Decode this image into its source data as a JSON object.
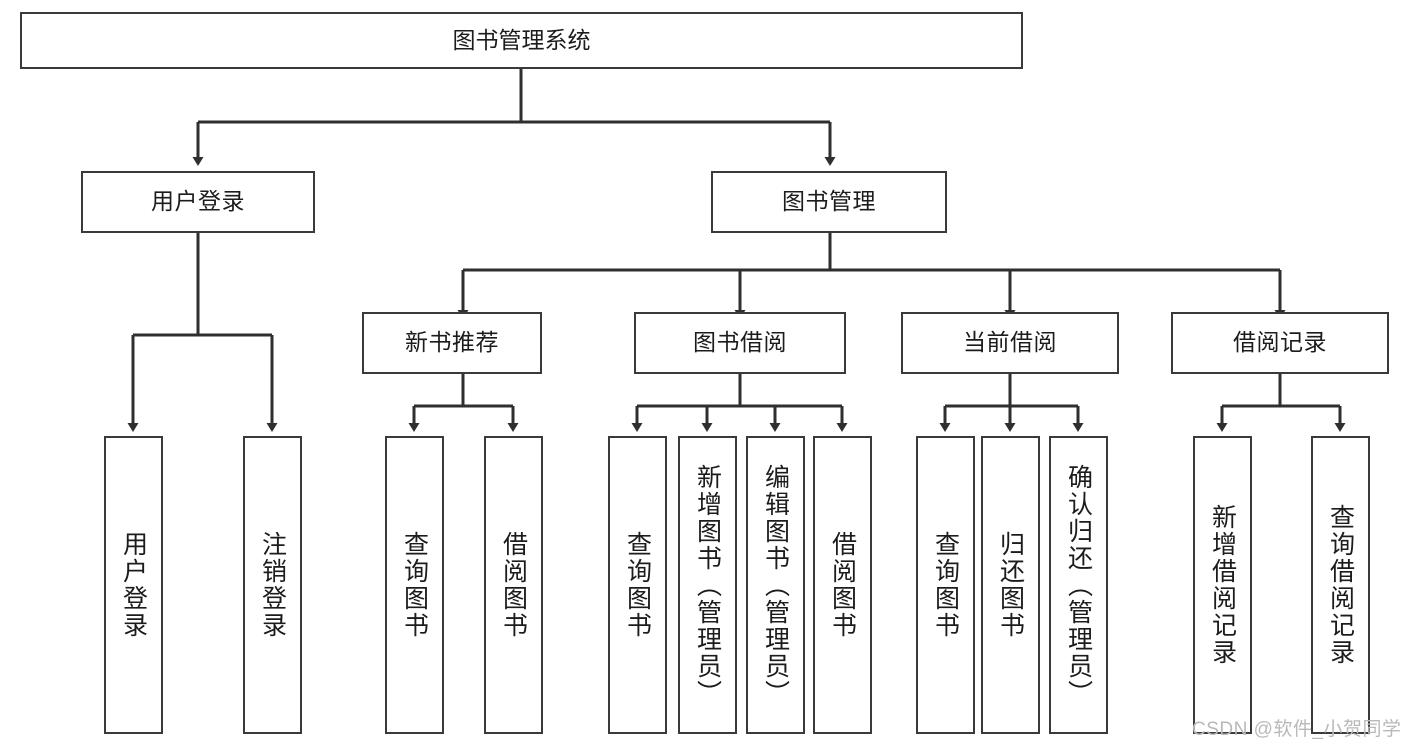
{
  "diagram": {
    "type": "tree-hierarchy-chart",
    "title": "图书管理系统",
    "watermark": "CSDN @软件_小贺同学",
    "style": {
      "box_fill": "#ffffff",
      "box_stroke": "#3a3a3a",
      "connector": "#2f2f2f",
      "text": "#1c1c1c",
      "watermark_color": "#b9b9b9",
      "background": "#ffffff"
    },
    "nodes": {
      "root": {
        "label": "图书管理系统"
      },
      "level2": [
        {
          "label": "用户登录"
        },
        {
          "label": "图书管理"
        }
      ],
      "level3": [
        {
          "label": "新书推荐"
        },
        {
          "label": "图书借阅"
        },
        {
          "label": "当前借阅"
        },
        {
          "label": "借阅记录"
        }
      ],
      "leaves_user_login": [
        {
          "label": "用户登录"
        },
        {
          "label": "注销登录"
        }
      ],
      "leaves_new_book": [
        {
          "label": "查询图书"
        },
        {
          "label": "借阅图书"
        }
      ],
      "leaves_borrow": [
        {
          "label": "查询图书"
        },
        {
          "label": "新增图书（管理员）"
        },
        {
          "label": "编辑图书（管理员）"
        },
        {
          "label": "借阅图书"
        }
      ],
      "leaves_current": [
        {
          "label": "查询图书"
        },
        {
          "label": "归还图书"
        },
        {
          "label": "确认归还（管理员）"
        }
      ],
      "leaves_record": [
        {
          "label": "新增借阅记录"
        },
        {
          "label": "查询借阅记录"
        }
      ]
    }
  }
}
